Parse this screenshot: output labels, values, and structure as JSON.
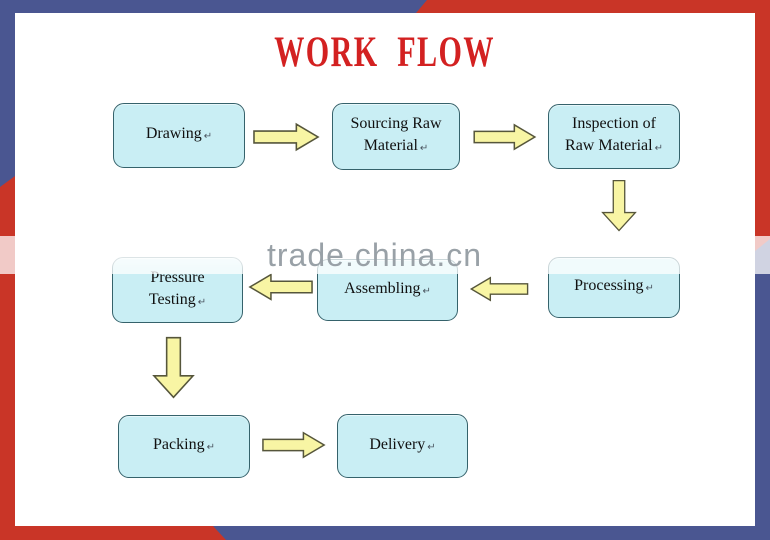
{
  "title": {
    "text": "WORK FLOW"
  },
  "watermark": {
    "text": "trade.china.cn"
  },
  "marks": {
    "enter": "↵"
  },
  "flow": {
    "sequence": [
      "Drawing",
      "Sourcing Raw Material",
      "Inspection of Raw Material",
      "Processing",
      "Assembling",
      "Pressure Testing",
      "Packing",
      "Delivery"
    ],
    "boxes": [
      {
        "name": "drawing",
        "lines": [
          "Drawing"
        ]
      },
      {
        "name": "sourcing-raw-material",
        "lines": [
          "Sourcing Raw",
          "Material"
        ]
      },
      {
        "name": "inspection-of-raw-material",
        "lines": [
          "Inspection of",
          "Raw Material"
        ]
      },
      {
        "name": "processing",
        "lines": [
          "Processing"
        ]
      },
      {
        "name": "assembling",
        "lines": [
          "Assembling"
        ]
      },
      {
        "name": "pressure-testing",
        "lines": [
          "Pressure",
          "Testing"
        ]
      },
      {
        "name": "packing",
        "lines": [
          "Packing"
        ]
      },
      {
        "name": "delivery",
        "lines": [
          "Delivery"
        ]
      }
    ]
  },
  "colors": {
    "frame_blue": "#4a5691",
    "frame_red": "#c93527",
    "box_fill": "#c9eef4",
    "box_border": "#35626b",
    "arrow_fill": "#f8f5a4",
    "arrow_stroke": "#56563b",
    "title_red": "#d32121",
    "watermark_gray": "#99a1a7"
  }
}
